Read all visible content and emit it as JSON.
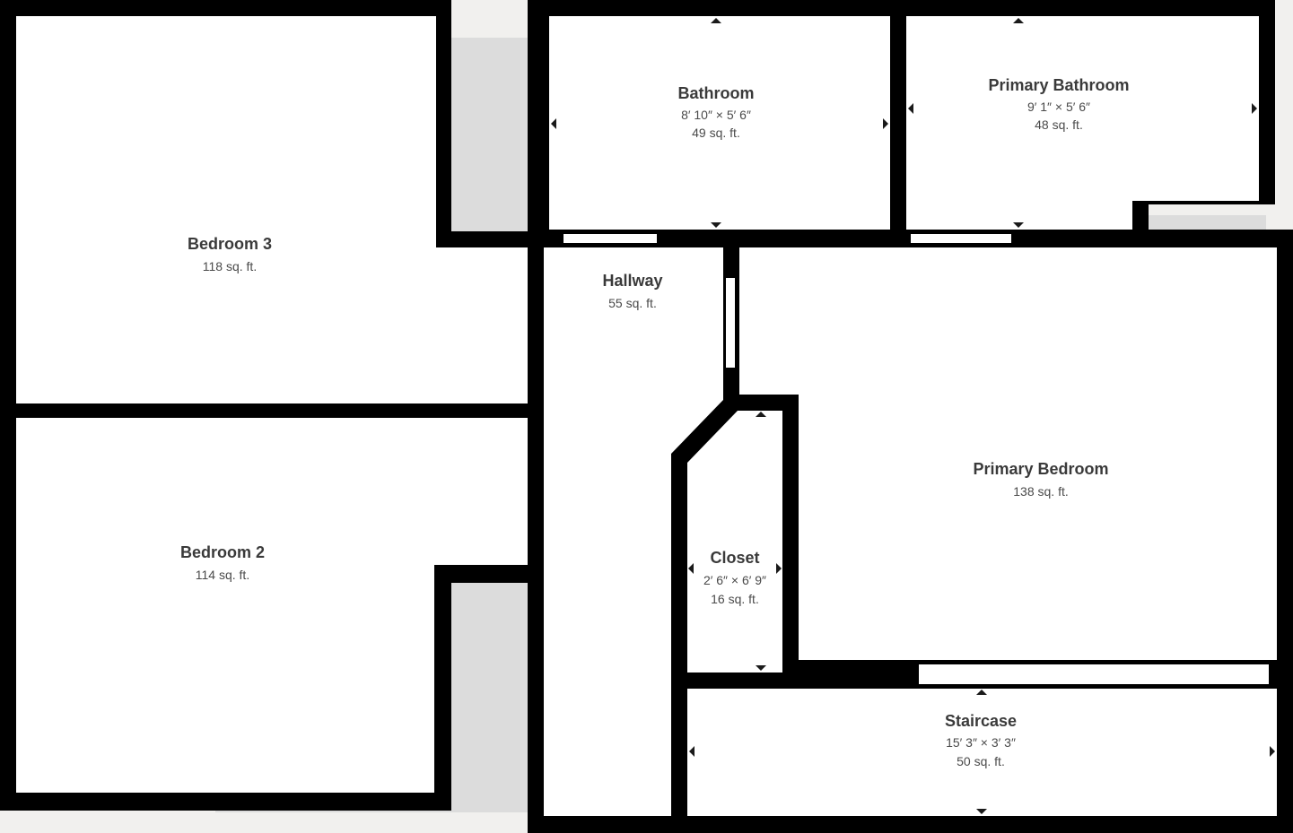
{
  "rooms": {
    "bedroom3": {
      "name": "Bedroom 3",
      "area": "118 sq. ft."
    },
    "bedroom2": {
      "name": "Bedroom 2",
      "area": "114 sq. ft."
    },
    "bathroom": {
      "name": "Bathroom",
      "dimensions": "8′ 10″ × 5′ 6″",
      "area": "49 sq. ft."
    },
    "primary_bathroom": {
      "name": "Primary Bathroom",
      "dimensions": "9′ 1″ × 5′ 6″",
      "area": "48 sq. ft."
    },
    "hallway": {
      "name": "Hallway",
      "area": "55 sq. ft."
    },
    "primary_bedroom": {
      "name": "Primary Bedroom",
      "area": "138 sq. ft."
    },
    "closet": {
      "name": "Closet",
      "dimensions": "2′ 6″ × 6′ 9″",
      "area": "16 sq. ft."
    },
    "staircase": {
      "name": "Staircase",
      "dimensions": "15′ 3″ × 3′ 3″",
      "area": "50 sq. ft."
    }
  },
  "colors": {
    "wall": "#000000",
    "floor": "#ffffff",
    "shade": "#dcdcdc",
    "background": "#f1f0ee"
  }
}
